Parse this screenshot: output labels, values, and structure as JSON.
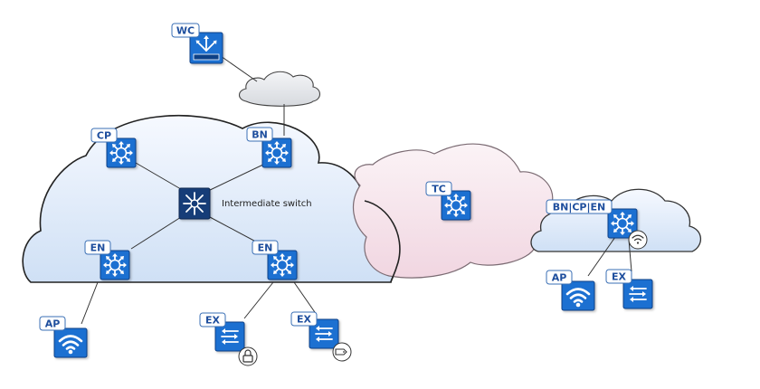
{
  "labels": {
    "wc": "WC",
    "cp": "CP",
    "bn": "BN",
    "en_left": "EN",
    "en_right": "EN",
    "ap_left": "AP",
    "ex_lock": "EX",
    "ex_tag": "EX",
    "tc": "TC",
    "bn_cp_en": "BN|CP|EN",
    "ap_right": "AP",
    "ex_right": "EX"
  },
  "intermediate_switch_label": "Intermediate switch",
  "colors": {
    "device_blue": "#1565c0",
    "device_dark": "#123d78",
    "label_text": "#1f4f9e",
    "fabric_cloud": "#e3eefa",
    "transit_cloud": "#f6e2ea",
    "internet_cloud": "#e6e8eb"
  },
  "icons": [
    "wireless-controller-icon",
    "switch-icon",
    "access-point-icon",
    "extended-node-icon",
    "lock-icon",
    "tag-icon",
    "wifi-badge-icon",
    "cloud-icon"
  ]
}
